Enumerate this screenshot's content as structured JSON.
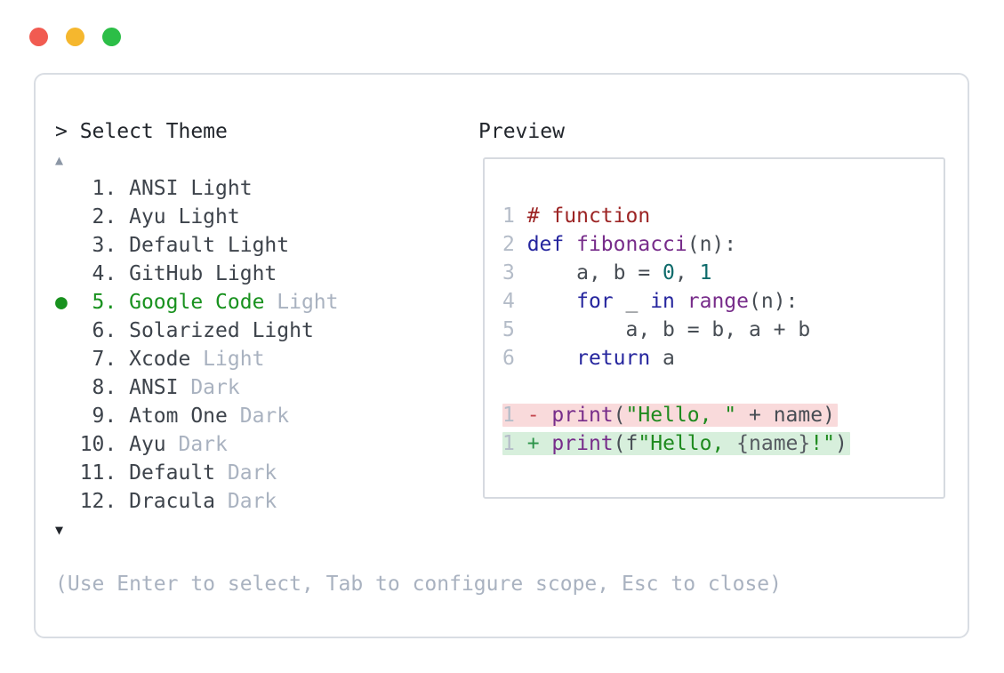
{
  "window_controls": {
    "close_color": "#f15b51",
    "minimize_color": "#f5b72e",
    "zoom_color": "#2cbe47"
  },
  "prompt": "> Select Theme",
  "scroll": {
    "up": "▲",
    "down": "▼"
  },
  "selected_marker": "●",
  "themes": [
    {
      "num": "1",
      "name": "ANSI Light",
      "dim": "",
      "selected": false
    },
    {
      "num": "2",
      "name": "Ayu Light",
      "dim": "",
      "selected": false
    },
    {
      "num": "3",
      "name": "Default Light",
      "dim": "",
      "selected": false
    },
    {
      "num": "4",
      "name": "GitHub Light",
      "dim": "",
      "selected": false
    },
    {
      "num": "5",
      "name": "Google Code",
      "dim": "Light",
      "selected": true
    },
    {
      "num": "6",
      "name": "Solarized Light",
      "dim": "",
      "selected": false
    },
    {
      "num": "7",
      "name": "Xcode",
      "dim": "Light",
      "selected": false
    },
    {
      "num": "8",
      "name": "ANSI",
      "dim": "Dark",
      "selected": false
    },
    {
      "num": "9",
      "name": "Atom One",
      "dim": "Dark",
      "selected": false
    },
    {
      "num": "10",
      "name": "Ayu",
      "dim": "Dark",
      "selected": false
    },
    {
      "num": "11",
      "name": "Default",
      "dim": "Dark",
      "selected": false
    },
    {
      "num": "12",
      "name": "Dracula",
      "dim": "Dark",
      "selected": false
    }
  ],
  "preview": {
    "title": "Preview",
    "lines": [
      {
        "num": "1",
        "bg": "",
        "segments": [
          [
            "comment",
            "# function"
          ]
        ]
      },
      {
        "num": "2",
        "bg": "",
        "segments": [
          [
            "keyword",
            "def"
          ],
          [
            "plain",
            " "
          ],
          [
            "function",
            "fibonacci"
          ],
          [
            "plain",
            "(n):"
          ]
        ]
      },
      {
        "num": "3",
        "bg": "",
        "segments": [
          [
            "plain",
            "    a, b = "
          ],
          [
            "number",
            "0"
          ],
          [
            "plain",
            ", "
          ],
          [
            "number",
            "1"
          ]
        ]
      },
      {
        "num": "4",
        "bg": "",
        "segments": [
          [
            "plain",
            "    "
          ],
          [
            "keyword",
            "for"
          ],
          [
            "plain",
            " _ "
          ],
          [
            "keyword",
            "in"
          ],
          [
            "plain",
            " "
          ],
          [
            "function",
            "range"
          ],
          [
            "plain",
            "(n):"
          ]
        ]
      },
      {
        "num": "5",
        "bg": "",
        "segments": [
          [
            "plain",
            "        a, b = b, a + b"
          ]
        ]
      },
      {
        "num": "6",
        "bg": "",
        "segments": [
          [
            "plain",
            "    "
          ],
          [
            "keyword",
            "return"
          ],
          [
            "plain",
            " a"
          ]
        ]
      },
      {
        "num": "",
        "bg": "",
        "segments": []
      },
      {
        "num": "1",
        "bg": "removed",
        "segments": [
          [
            "minus",
            "-"
          ],
          [
            "plain",
            " "
          ],
          [
            "function",
            "print"
          ],
          [
            "plain",
            "("
          ],
          [
            "string",
            "\"Hello, \""
          ],
          [
            "plain",
            " + name)"
          ]
        ]
      },
      {
        "num": "1",
        "bg": "added",
        "segments": [
          [
            "plus",
            "+"
          ],
          [
            "plain",
            " "
          ],
          [
            "function",
            "print"
          ],
          [
            "plain",
            "(f"
          ],
          [
            "string",
            "\"Hello, "
          ],
          [
            "interp",
            "{name}"
          ],
          [
            "string",
            "!\""
          ],
          [
            "plain",
            ")"
          ]
        ]
      }
    ]
  },
  "help": "(Use Enter to select, Tab to configure scope, Esc to close)",
  "colors": {
    "list_text": "#3d434b",
    "dim_text": "#a9b2c0",
    "selected_green": "#18911e",
    "prompt_text": "#22262c",
    "scroll_up": "#8c97a6",
    "scroll_down": "#22262c",
    "line_number": "#b4bcc8",
    "plain": "#474d54",
    "comment": "#9c2424",
    "keyword": "#26269e",
    "function": "#772c8a",
    "number": "#0e6b6b",
    "string": "#1e8a1e",
    "minus": "#c4464e",
    "plus": "#2b9348",
    "interp": "#565b61",
    "removed_bg": "#f9dadb",
    "added_bg": "#d7efdc",
    "window_border": "#d9dde3",
    "preview_border": "#d6dae0"
  }
}
